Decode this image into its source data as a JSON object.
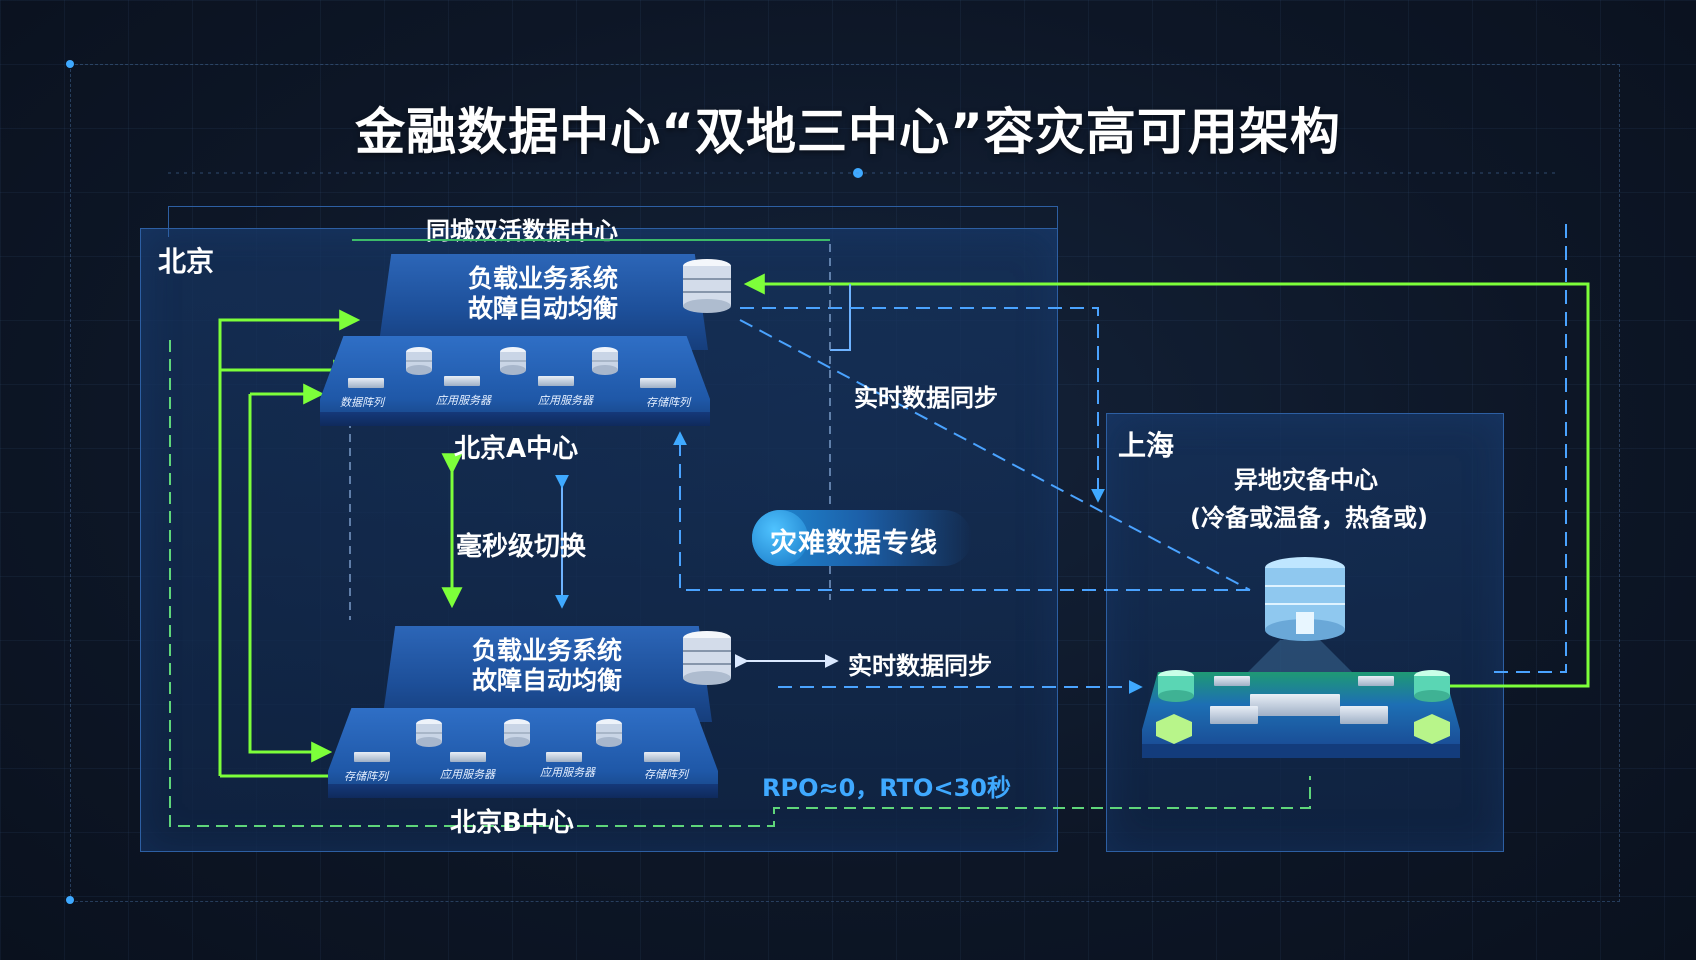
{
  "title": "金融数据中心“双地三中心”容灾高可用架构",
  "regions": {
    "beijing": "北京",
    "shanghai": "上海"
  },
  "active_active_label": "同城双活数据中心",
  "center_a": {
    "system_line1": "负载业务系统",
    "system_line2": "故障自动均衡",
    "name": "北京A中心",
    "devices": [
      "数据阵列",
      "应用服务器",
      "应用服务器",
      "存储阵列"
    ]
  },
  "center_b": {
    "system_line1": "负载业务系统",
    "system_line2": "故障自动均衡",
    "name": "北京B中心",
    "devices": [
      "存储阵列",
      "应用服务器",
      "应用服务器",
      "存储阵列"
    ]
  },
  "switch_label": "毫秒级切换",
  "sync_label_top": "实时数据同步",
  "sync_label_mid": "实时数据同步",
  "dedicated_line_label": "灾难数据专线",
  "rpo_rto": "RPO≈0，RTO<30秒",
  "dr_center": {
    "line1": "异地灾备中心",
    "line2": "(冷备或温备，热备或)"
  },
  "colors": {
    "accent_green": "#7dff3a",
    "accent_blue": "#3fa9ff",
    "region_border": "#2d5fa3"
  }
}
